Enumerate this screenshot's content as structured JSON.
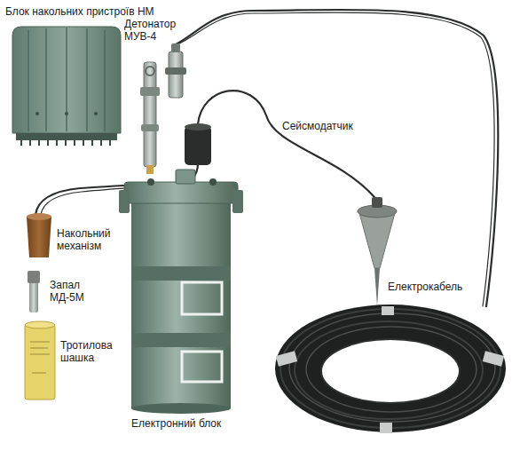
{
  "diagram": {
    "labels": [
      "Блок накольних пристроїв НМ",
      "Детонатор МУВ-4",
      "Сейсмодатчик",
      "Накольний механізм",
      "Запал МД-5М",
      "Тротилова шашка",
      "Електронний блок",
      "Електрокабель"
    ]
  }
}
